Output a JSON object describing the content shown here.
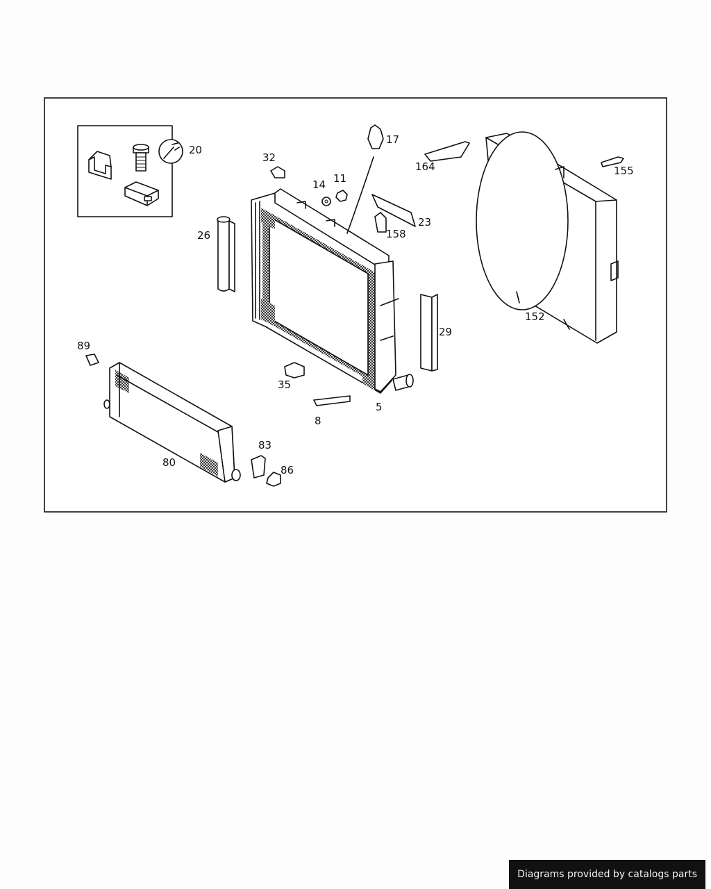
{
  "diagram": {
    "callouts": {
      "p20": "20",
      "p32": "32",
      "p17": "17",
      "p164": "164",
      "p155": "155",
      "p14": "14",
      "p11": "11",
      "p26": "26",
      "p23": "23",
      "p158": "158",
      "p152": "152",
      "p29": "29",
      "p89": "89",
      "p35": "35",
      "p5": "5",
      "p8": "8",
      "p80": "80",
      "p83": "83",
      "p86": "86"
    }
  },
  "footer": {
    "credit": "Diagrams provided by catalogs parts"
  }
}
